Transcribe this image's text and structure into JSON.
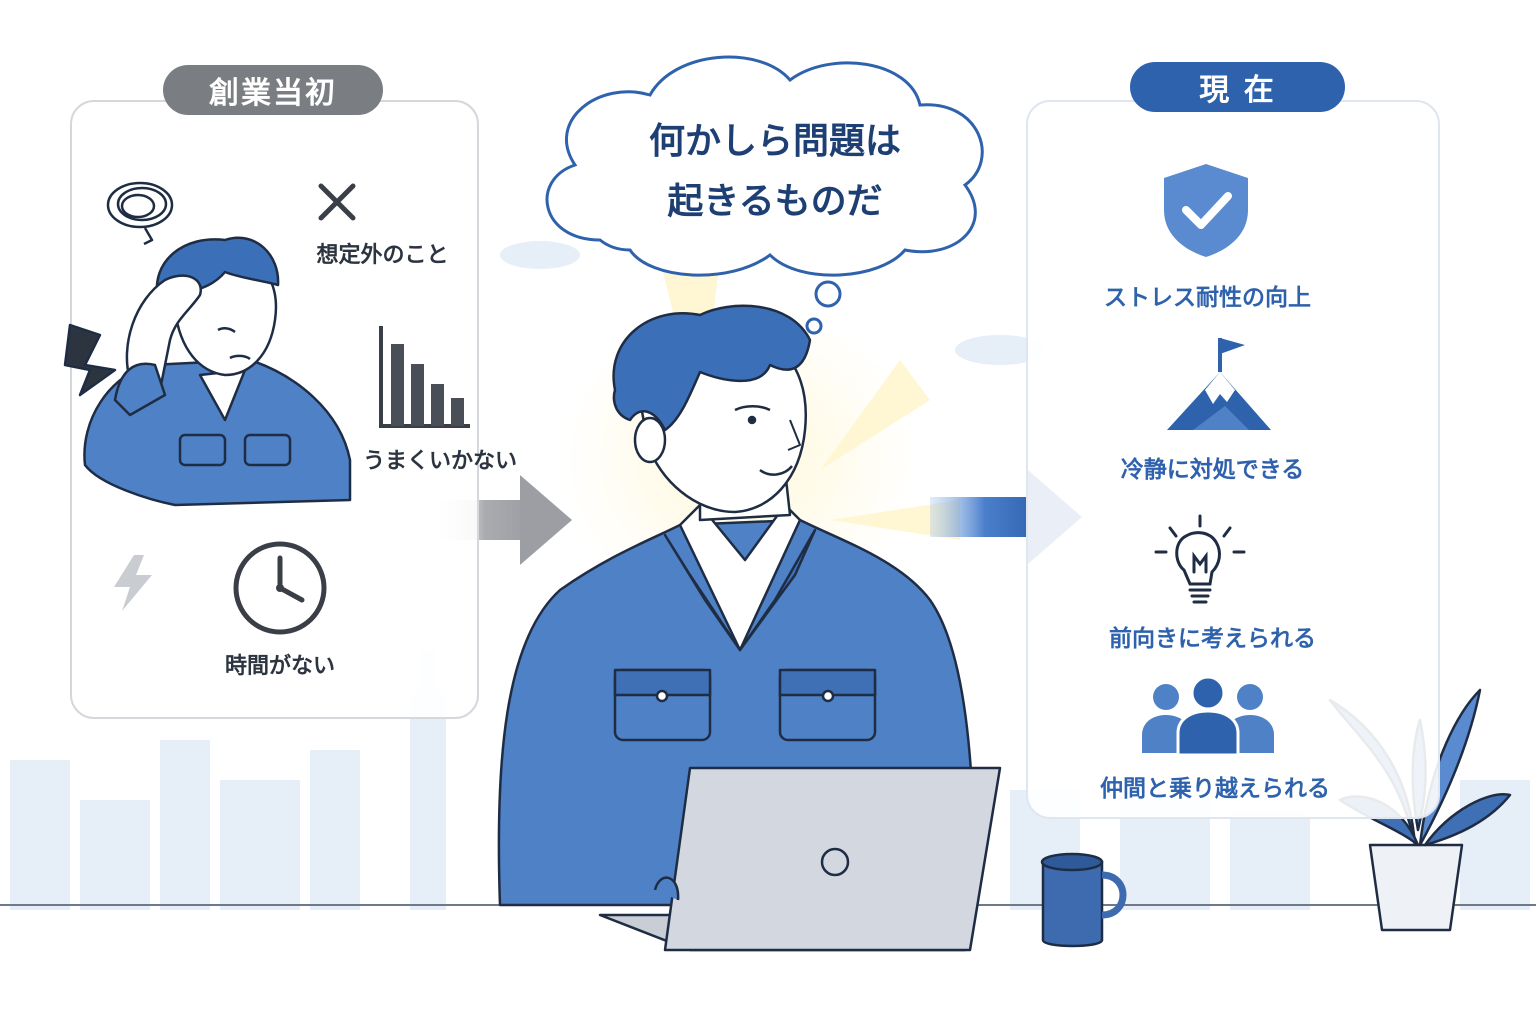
{
  "before": {
    "title": "創業当初",
    "items": [
      {
        "label": "想定外のこと",
        "icon": "x-mark-icon"
      },
      {
        "label": "うまくいかない",
        "icon": "declining-bar-chart-icon"
      },
      {
        "label": "時間がない",
        "icon": "clock-icon"
      }
    ]
  },
  "thought": {
    "line1": "何かしら問題は",
    "line2": "起きるものだ"
  },
  "after": {
    "title": "現 在",
    "items": [
      {
        "label": "ストレス耐性の向上",
        "icon": "shield-check-icon"
      },
      {
        "label": "冷静に対処できる",
        "icon": "mountain-flag-icon"
      },
      {
        "label": "前向きに考えられる",
        "icon": "lightbulb-icon"
      },
      {
        "label": "仲間と乗り越えられる",
        "icon": "team-icon"
      }
    ]
  },
  "colors": {
    "accent": "#2f62ad",
    "accent_light": "#5a8ad0",
    "gray_pill": "#7a7d82",
    "text_dark": "#2c3440",
    "skyline": "#e6eef8"
  }
}
